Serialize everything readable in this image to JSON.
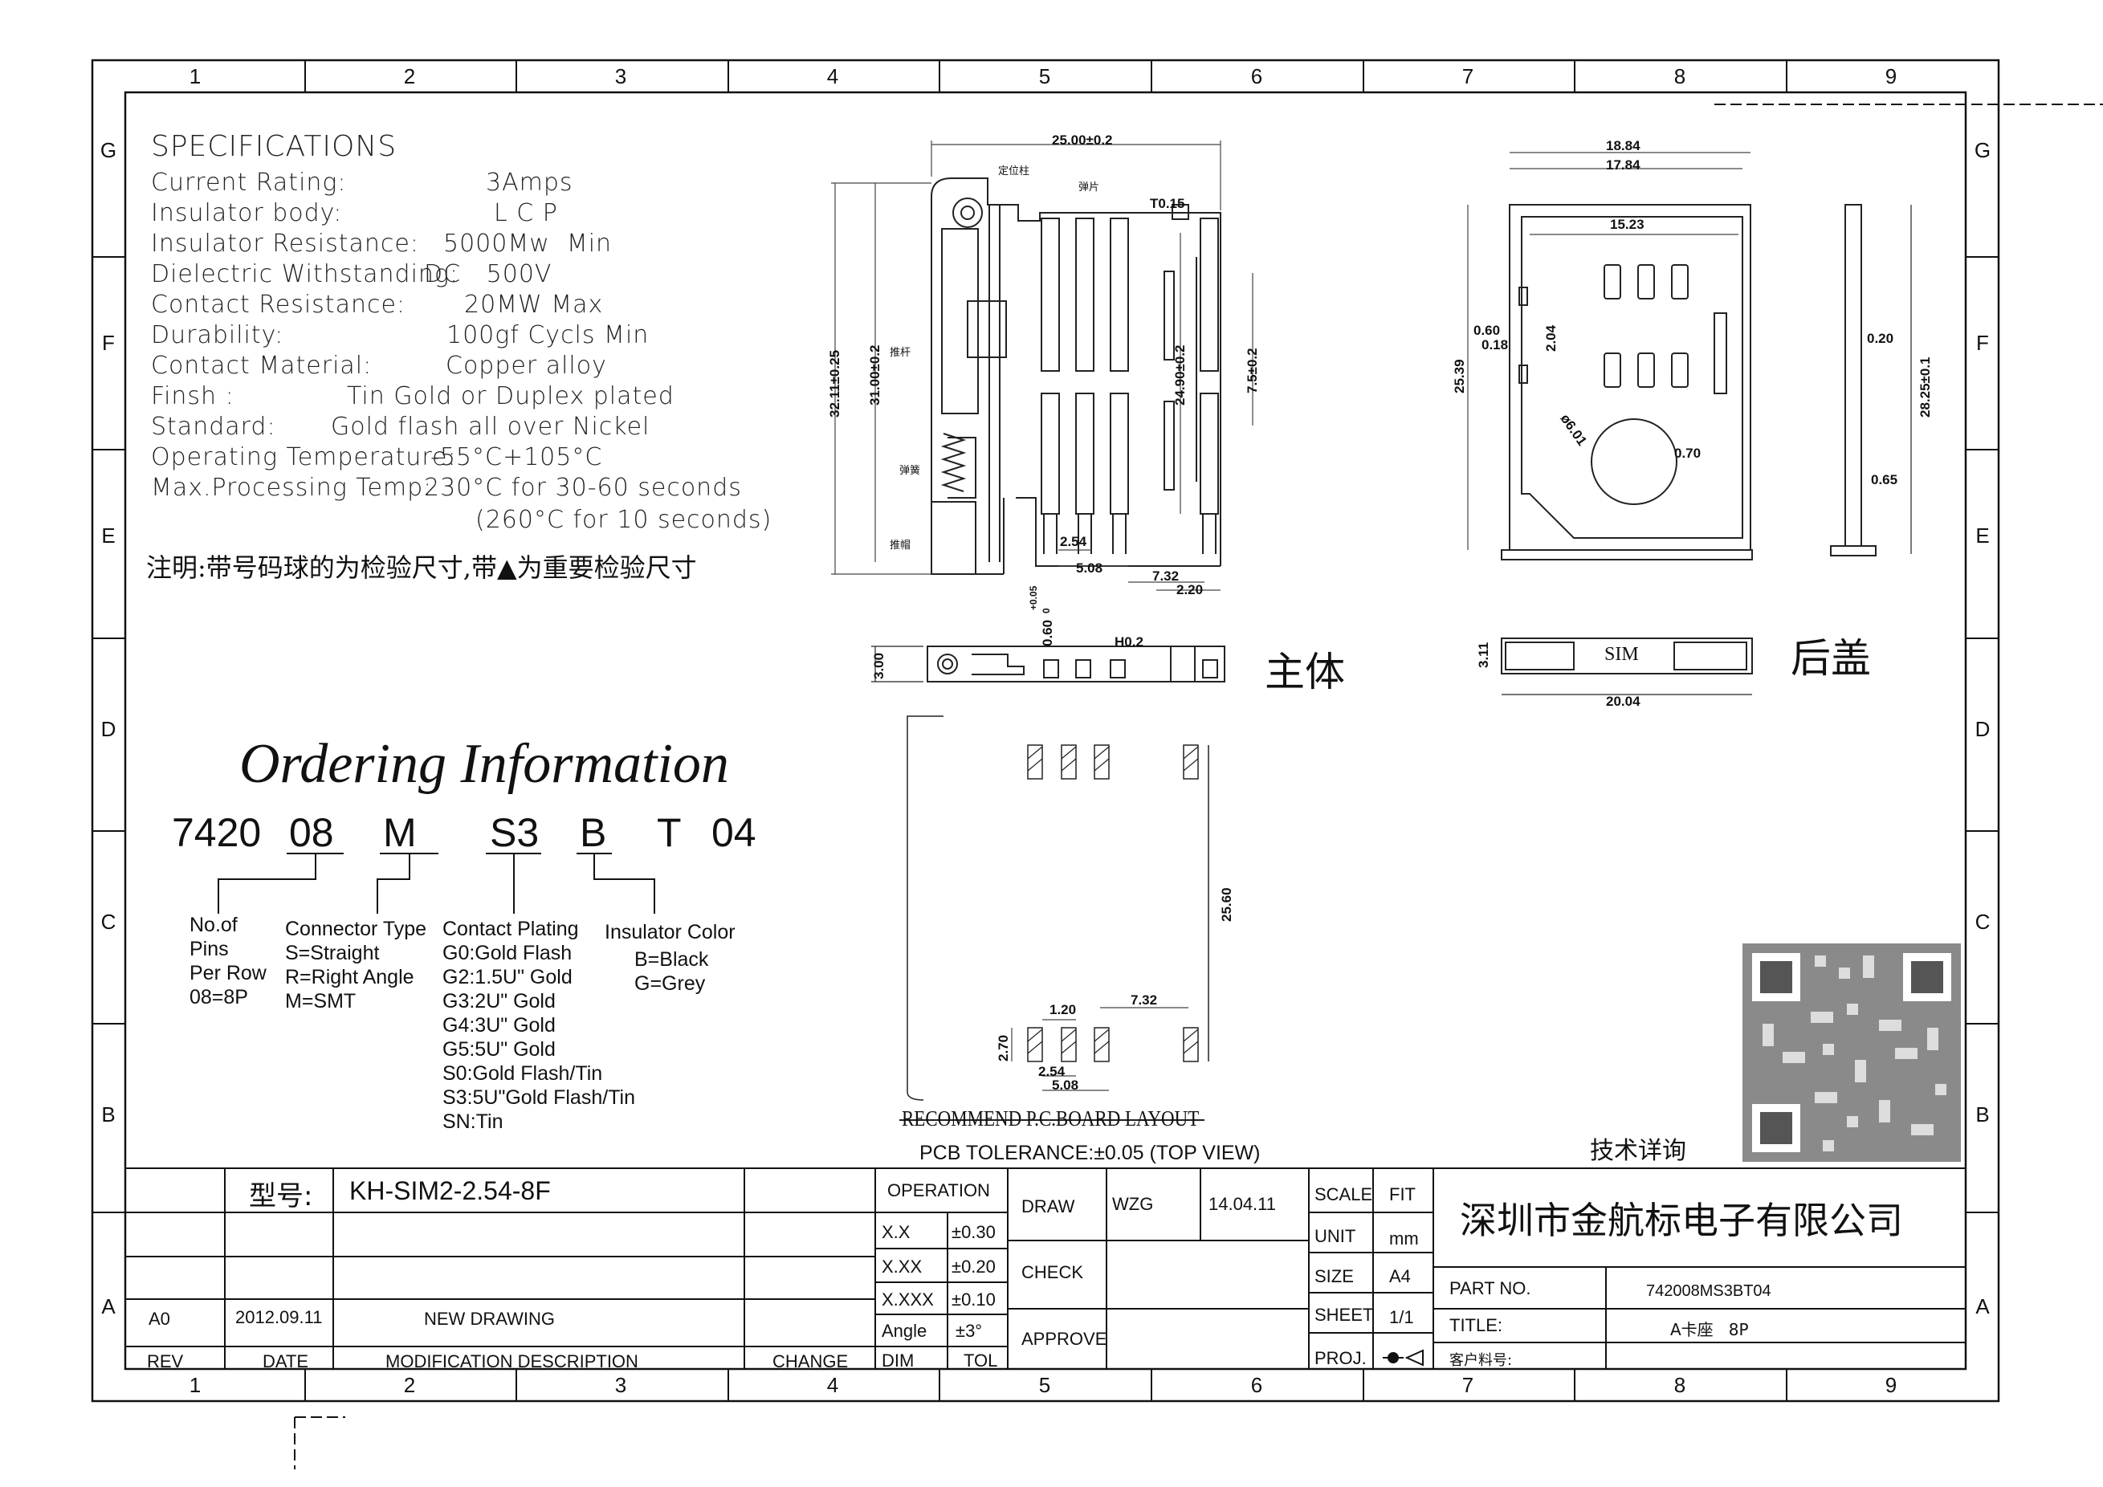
{
  "zones": {
    "columns": [
      "1",
      "2",
      "3",
      "4",
      "5",
      "6",
      "7",
      "8",
      "9"
    ],
    "rows": [
      "G",
      "F",
      "E",
      "D",
      "C",
      "B",
      "A"
    ]
  },
  "specs": {
    "title": "SPECIFICATIONS",
    "rows": [
      {
        "label": "Current Rating:",
        "value": "3Amps"
      },
      {
        "label": "Insulator body:",
        "value": "L C P"
      },
      {
        "label": "Insulator Resistance:",
        "value": "5000Mw  Min"
      },
      {
        "label": "Dielectric Withstanding:",
        "value": "DC   500V"
      },
      {
        "label": "Contact Resistance:",
        "value": "20MW Max"
      },
      {
        "label": "Durability:",
        "value": "100gf Cycls Min"
      },
      {
        "label": "Contact Material:",
        "value": "Copper alloy"
      },
      {
        "label": "Finsh :",
        "value": "Tin Gold or Duplex plated"
      },
      {
        "label": "Standard:",
        "value": "Gold flash all over Nickel"
      },
      {
        "label": "Operating Temperature:",
        "value": "-55°C+105°C"
      },
      {
        "label": "Max.Processing Temp:",
        "value": "230°C for 30-60 seconds"
      },
      {
        "label": "",
        "value": "(260°C for 10 seconds)"
      }
    ],
    "note": "注明:带号码球的为检验尺寸,带▲为重要检验尺寸"
  },
  "ordering": {
    "title": "Ordering Information",
    "code": [
      "7420",
      "08",
      "M",
      "S3",
      "B",
      "T",
      "04"
    ],
    "pins": "No.of\nPins\nPer Row\n08=8P",
    "connector_type": "Connector Type\nS=Straight\nR=Right Angle\nM=SMT",
    "contact_plating": "Contact Plating\nG0:Gold Flash\nG2:1.5U\" Gold\nG3:2U\" Gold\nG4:3U\" Gold\nG5:5U\" Gold\nS0:Gold Flash/Tin\nS3:5U\"Gold Flash/Tin\nSN:Tin",
    "insulator_color": "Insulator Color",
    "insulator_options": "B=Black\nG=Grey"
  },
  "drawing": {
    "main_label": "主体",
    "cover_label": "后盖",
    "sim_text": "SIM",
    "pcb_title": "RECOMMEND P.C.BOARD LAYOUT",
    "pcb_tolerance": "PCB TOLERANCE:±0.05  (TOP VIEW)",
    "tech_consult": "技术详询",
    "annotations": {
      "locating_post": "定位柱",
      "spring_piece": "弹片",
      "push_rod": "推杆",
      "spring": "弹簧",
      "push_cap": "推帽"
    },
    "dims": {
      "d1": "25.00±0.2",
      "d2": "T0.15",
      "d3": "32.11±0.25",
      "d4": "31.00±0.2",
      "d5": "24.90±0.2",
      "d6": "7.5±0.2",
      "d7": "2.54",
      "d8": "5.08",
      "d9": "7.32",
      "d10": "2.20",
      "d11": "0.60",
      "d12": "+0.05",
      "d12b": "0",
      "d13": "H0.2",
      "d14": "3.00",
      "d15": "18.84",
      "d16": "17.84",
      "d17": "15.23",
      "d18": "0.60",
      "d19": "0.18",
      "d20": "2.04",
      "d21": "25.39",
      "d22": "ø6.01",
      "d23": "0.70",
      "d24": "0.20",
      "d25": "28.25±0.1",
      "d26": "0.65",
      "d27": "3.11",
      "d28": "20.04",
      "d29": "25.60",
      "d30": "1.20",
      "d31": "7.32",
      "d32": "2.70",
      "d33": "2.54",
      "d34": "5.08"
    }
  },
  "titleblock": {
    "model_label": "型号:",
    "model_value": "KH-SIM2-2.54-8F",
    "operation": "OPERATION",
    "tolerances": [
      {
        "k": "X.X",
        "v": "±0.30"
      },
      {
        "k": "X.XX",
        "v": "±0.20"
      },
      {
        "k": "X.XXX",
        "v": "±0.10"
      },
      {
        "k": "Angle",
        "v": "±3°"
      }
    ],
    "dim": "DIM",
    "tol": "TOL",
    "draw": "DRAW",
    "drawer": "WZG",
    "draw_date": "14.04.11",
    "check": "CHECK",
    "approve": "APPROVE",
    "scale_label": "SCALE",
    "scale_value": "FIT",
    "unit_label": "UNIT",
    "unit_value": "mm",
    "size_label": "SIZE",
    "size_value": "A4",
    "sheet_label": "SHEET",
    "sheet_value": "1/1",
    "proj_label": "PROJ.",
    "company": "深圳市金航标电子有限公司",
    "part_no_label": "PART  NO.",
    "part_no_value": "742008MS3BT04",
    "title_label": "TITLE:",
    "title_value": "A卡座   8P",
    "customer_label": "客户料号:",
    "rev_row": {
      "rev": "A0",
      "date": "2012.09.11",
      "desc": "NEW DRAWING"
    },
    "headers": {
      "rev": "REV",
      "date": "DATE",
      "desc": "MODIFICATION  DESCRIPTION",
      "change": "CHANGE"
    }
  }
}
